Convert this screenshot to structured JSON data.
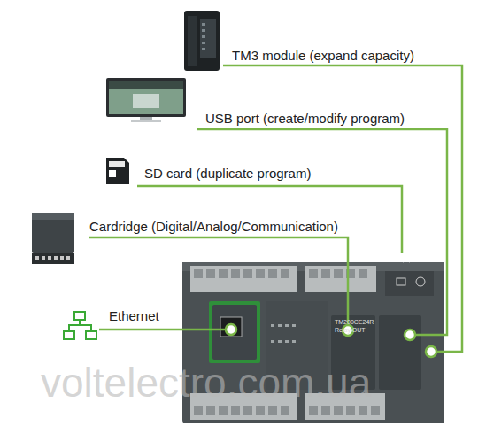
{
  "diagram": {
    "labels": [
      "TM3 module (expand capacity)",
      "USB port (create/modify program)",
      "SD card (duplicate program)",
      "Cardridge (Digital/Analog/Communication)",
      "Ethernet",
      "TM200CE24R",
      "Relay OUT",
      "voltelectro.com.ua"
    ]
  }
}
